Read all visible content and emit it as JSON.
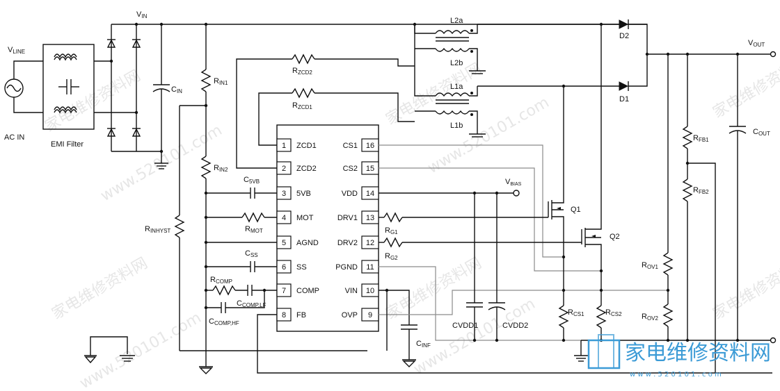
{
  "labels": {
    "vline": "V",
    "vline_sub": "LINE",
    "ac_in": "AC IN",
    "emi_filter": "EMI Filter",
    "vin": "V",
    "vin_sub": "IN",
    "cin": "C",
    "cin_sub": "IN",
    "rin1": "R",
    "rin1_sub": "IN1",
    "rin2": "R",
    "rin2_sub": "IN2",
    "rinhyst": "R",
    "rinhyst_sub": "INHYST",
    "rzcd2": "R",
    "rzcd2_sub": "ZCD2",
    "rzcd1": "R",
    "rzcd1_sub": "ZCD1",
    "l2a": "L2a",
    "l2b": "L2b",
    "l1a": "L1a",
    "l1b": "L1b",
    "d2": "D2",
    "d1": "D1",
    "vout": "V",
    "vout_sub": "OUT",
    "cout": "C",
    "cout_sub": "OUT",
    "rfb1": "R",
    "rfb1_sub": "FB1",
    "rfb2": "R",
    "rfb2_sub": "FB2",
    "rov1": "R",
    "rov1_sub": "OV1",
    "rov2": "R",
    "rov2_sub": "OV2",
    "q1": "Q1",
    "q2": "Q2",
    "vbias": "V",
    "vbias_sub": "BIAS",
    "rg1": "R",
    "rg1_sub": "G1",
    "rg2": "R",
    "rg2_sub": "G2",
    "rcs1": "R",
    "rcs1_sub": "CS1",
    "rcs2": "R",
    "rcs2_sub": "CS2",
    "c5vb": "C",
    "c5vb_sub": "5VB",
    "rmot": "R",
    "rmot_sub": "MOT",
    "css": "C",
    "css_sub": "SS",
    "rcomp": "R",
    "rcomp_sub": "COMP",
    "ccomplf": "C",
    "ccomplf_sub": "COMP,LF",
    "ccomphf": "C",
    "ccomphf_sub": "COMP,HF",
    "cinf": "C",
    "cinf_sub": "INF",
    "cvdd1": "CVDD1",
    "cvdd2": "CVDD2"
  },
  "pins_left": [
    {
      "num": "1",
      "name": "ZCD1"
    },
    {
      "num": "2",
      "name": "ZCD2"
    },
    {
      "num": "3",
      "name": "5VB"
    },
    {
      "num": "4",
      "name": "MOT"
    },
    {
      "num": "5",
      "name": "AGND"
    },
    {
      "num": "6",
      "name": "SS"
    },
    {
      "num": "7",
      "name": "COMP"
    },
    {
      "num": "8",
      "name": "FB"
    }
  ],
  "pins_right": [
    {
      "num": "16",
      "name": "CS1"
    },
    {
      "num": "15",
      "name": "CS2"
    },
    {
      "num": "14",
      "name": "VDD"
    },
    {
      "num": "13",
      "name": "DRV1"
    },
    {
      "num": "12",
      "name": "DRV2"
    },
    {
      "num": "11",
      "name": "PGND"
    },
    {
      "num": "10",
      "name": "VIN"
    },
    {
      "num": "9",
      "name": "OVP"
    }
  ],
  "watermark": {
    "text_a": "家电维修资料网",
    "text_b": "www.520101.com",
    "logo_text": "家电维修资料网",
    "logo_url": "w w w . 5 2 0 1 0 1 . c o m"
  },
  "colors": {
    "wire": "#111111",
    "gray_wire": "#8a8a8a",
    "logo": "#3c9bd6"
  }
}
